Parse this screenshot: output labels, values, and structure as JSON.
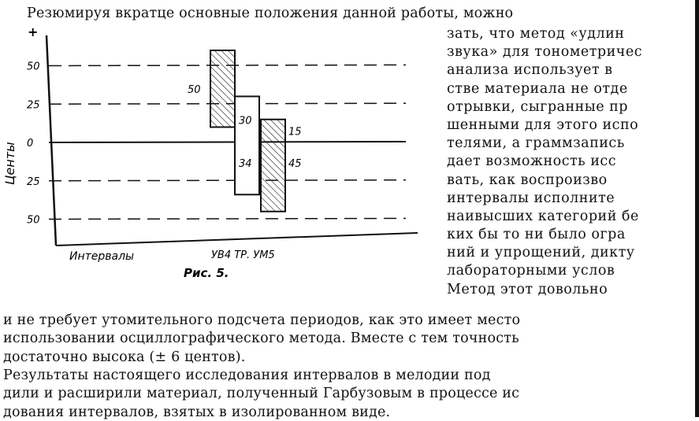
{
  "text": {
    "line_top": "Резюмируя вкратце основные положения данной работы, можно",
    "column": [
      "зать, что метод «удлин",
      "звука» для тонометричес",
      "анализа использует в",
      "стве материала не отде",
      "отрывки, сыгранные пр",
      "шенными для этого испо",
      "телями, а граммзапись",
      "дает возможность исс",
      "вать, как воспроизво",
      "интервалы исполните",
      "наивысших категорий бе",
      "ких бы то ни было огра",
      "ний и упрощений, дикту",
      "лабораторными услов",
      "    Метод этот довольно"
    ],
    "bottom": [
      "и не требует утомительного подсчета периодов, как это имеет место",
      "использовании осциллографического метода. Вместе с тем точность",
      "достаточно высока (± 6 центов).",
      "    Результаты настоящего исследования интервалов в мелодии под",
      "дили и расширили материал, полученный Гарбузовым в процессе ис",
      "дования интервалов, взятых в изолированном виде."
    ],
    "figure_caption": "Рис. 5."
  },
  "chart_data": {
    "type": "bar",
    "title": "",
    "xlabel": "Интервалы",
    "ylabel": "Центы",
    "plus_sign": "+",
    "yticks": [
      "50",
      "25",
      "0",
      "25",
      "50"
    ],
    "ytick_values": [
      50,
      25,
      0,
      -25,
      -50
    ],
    "ylim": [
      -70,
      65
    ],
    "categories": [
      "УВ4",
      "ТР.",
      "УМ5"
    ],
    "category_label": "УВ4 ТР. УМ5",
    "bars": [
      {
        "name": "УВ4",
        "low": 10,
        "high": 60,
        "label": "50",
        "hatched": true
      },
      {
        "name": "ТР.",
        "low": -34,
        "high": 30,
        "labels": [
          "30",
          "34"
        ],
        "hatched": false
      },
      {
        "name": "УМ5",
        "low": -45,
        "high": 15,
        "labels": [
          "15",
          "45"
        ],
        "hatched": true
      }
    ]
  }
}
